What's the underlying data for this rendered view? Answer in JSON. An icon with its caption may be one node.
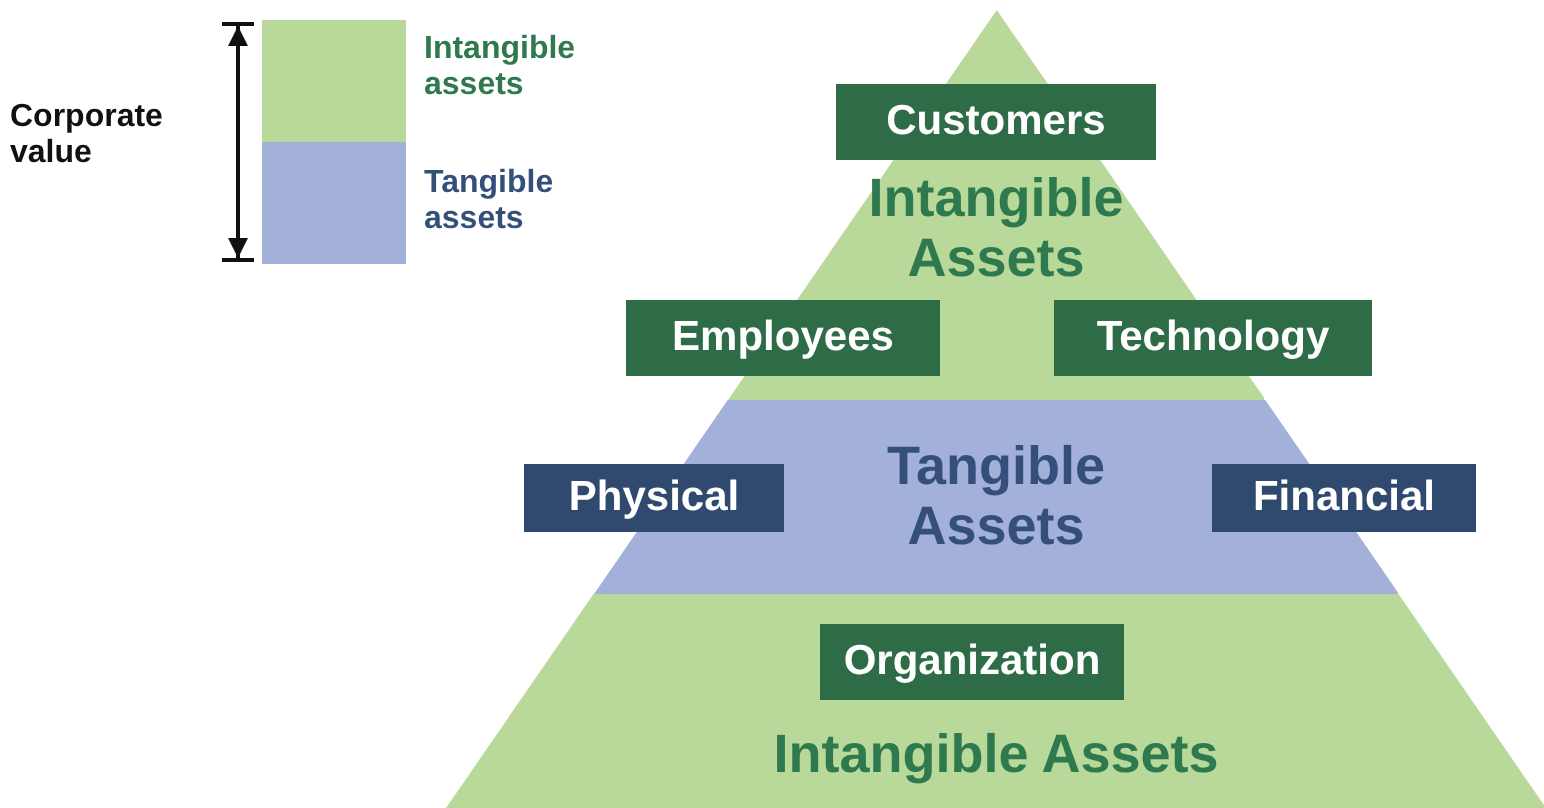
{
  "diagram": {
    "nodes": [
      {
        "text": [
          "Intangible Assets"
        ]
      },
      {
        "text": [
          "Customers"
        ],
        "in": 0
      },
      {
        "text": [
          "Employees"
        ]
      },
      {
        "text": [
          "Technology"
        ]
      },
      {
        "text": [
          "Tangible Assets"
        ]
      },
      {
        "text": [
          "Physical"
        ]
      },
      {
        "text": [
          "Financial"
        ]
      },
      {
        "text": [
          "Intangible Assets"
        ]
      },
      {
        "text": [
          "Organization"
        ],
        "in": 7
      }
    ],
    "edges": [],
    "labels": [
      "Corporate value"
    ],
    "legend": [
      {
        "text": "Intangible assets",
        "color": "#b8d99a"
      },
      {
        "text": "Tangible assets",
        "color": "#a3b1da"
      }
    ]
  }
}
